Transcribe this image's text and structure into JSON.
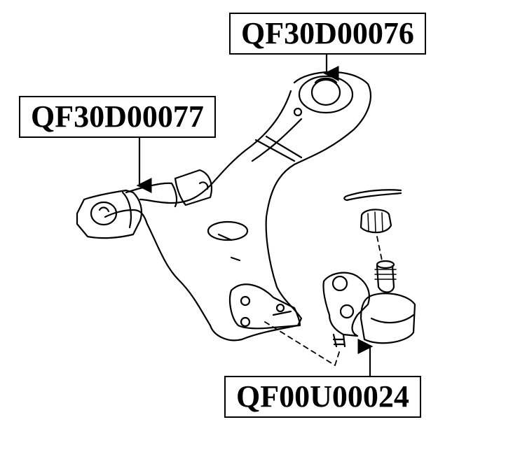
{
  "labels": {
    "top_part_number": "QF30D00076",
    "left_part_number": "QF30D00077",
    "bottom_part_number": "QF00U00024"
  },
  "colors": {
    "line": "#000000",
    "background": "#ffffff"
  }
}
